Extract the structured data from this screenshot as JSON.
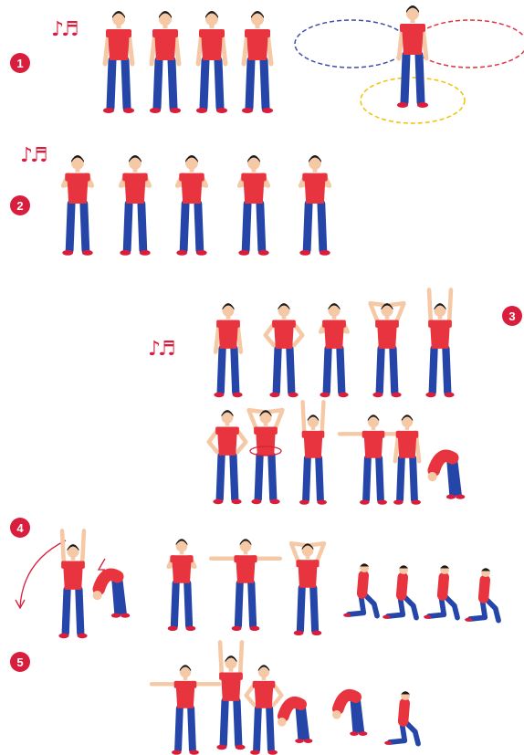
{
  "steps": [
    {
      "number": "1",
      "label": "step-1"
    },
    {
      "number": "2",
      "label": "step-2"
    },
    {
      "number": "3",
      "label": "step-3"
    },
    {
      "number": "4",
      "label": "step-4"
    },
    {
      "number": "5",
      "label": "step-5"
    }
  ],
  "music_note": "♪♬",
  "colors": {
    "badge": "#d81e3c",
    "shirt": "#e8343f",
    "pants": "#2546a8",
    "skin": "#f6c9a6",
    "hair": "#1a1a1a",
    "shoe": "#d81e3c",
    "ring_blue": "#3a4fa8",
    "ring_red": "#e0323f",
    "ring_yellow": "#f2c200"
  },
  "icons": [
    "music-note-icon",
    "curved-arrow-icon",
    "zigzag-icon"
  ]
}
